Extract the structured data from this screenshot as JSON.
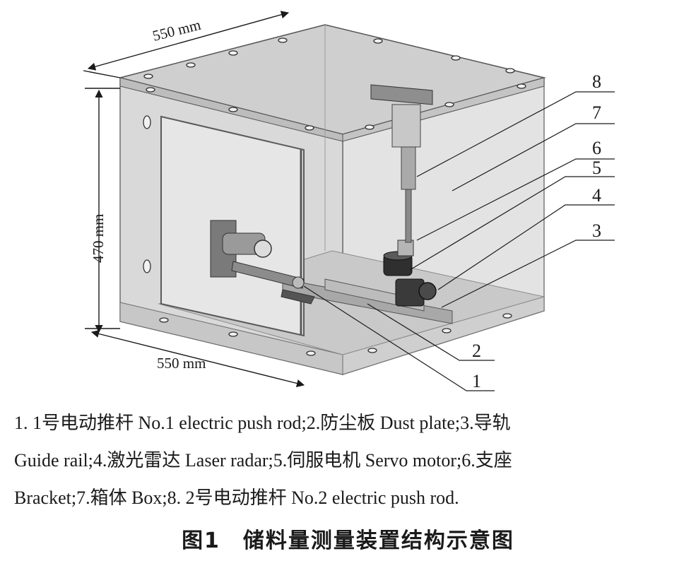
{
  "dimensions": {
    "top_width": "550 mm",
    "height": "470 mm",
    "bottom_width": "550 mm"
  },
  "callouts": [
    "8",
    "7",
    "6",
    "5",
    "4",
    "3",
    "2",
    "1"
  ],
  "caption": {
    "line1": "1. 1号电动推杆 No.1 electric push rod;2.防尘板 Dust plate;3.导轨",
    "line2": "Guide rail;4.激光雷达 Laser radar;5.伺服电机 Servo motor;6.支座",
    "line3": "Bracket;7.箱体 Box;8. 2号电动推杆 No.2 electric push rod."
  },
  "figure_title": "图1　储料量测量装置结构示意图"
}
